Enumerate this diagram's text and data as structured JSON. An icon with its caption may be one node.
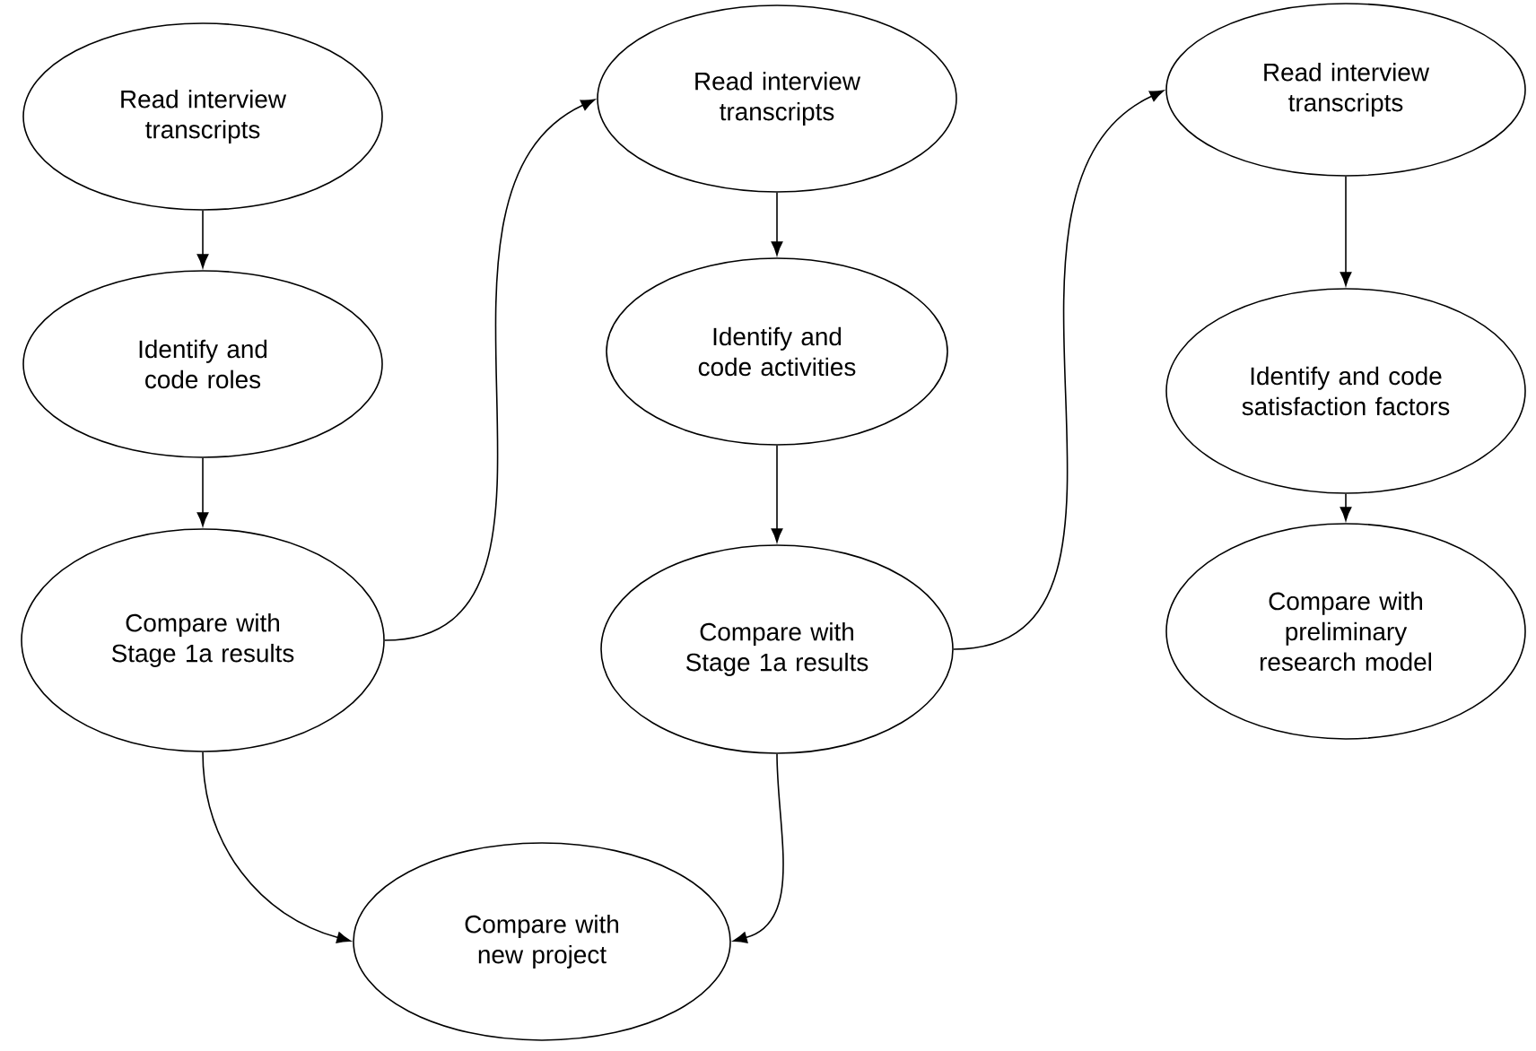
{
  "diagram": {
    "nodes": [
      {
        "text": [
          "Read interview transcripts"
        ]
      },
      {
        "text": [
          "Identify and code roles"
        ]
      },
      {
        "text": [
          "Compare with Stage 1a results"
        ]
      },
      {
        "text": [
          "Read interview transcripts"
        ]
      },
      {
        "text": [
          "Identify and code activities"
        ]
      },
      {
        "text": [
          "Compare with Stage 1a results"
        ]
      },
      {
        "text": [
          "Read interview transcripts"
        ]
      },
      {
        "text": [
          "Identify and code satisfaction factors"
        ]
      },
      {
        "text": [
          "Compare with preliminary research model"
        ]
      },
      {
        "text": [
          "Compare with new project"
        ]
      }
    ],
    "edges": [
      {
        "from": 0,
        "to": 1,
        "arrow": "to"
      },
      {
        "from": 1,
        "to": 2,
        "arrow": "to"
      },
      {
        "from": 2,
        "to": 3,
        "arrow": "to"
      },
      {
        "from": 3,
        "to": 4,
        "arrow": "to"
      },
      {
        "from": 4,
        "to": 5,
        "arrow": "to"
      },
      {
        "from": 5,
        "to": 6,
        "arrow": "to"
      },
      {
        "from": 6,
        "to": 7,
        "arrow": "to"
      },
      {
        "from": 7,
        "to": 8,
        "arrow": "to"
      },
      {
        "from": 2,
        "to": 9,
        "arrow": "to"
      },
      {
        "from": 5,
        "to": 9,
        "arrow": "to"
      }
    ]
  }
}
